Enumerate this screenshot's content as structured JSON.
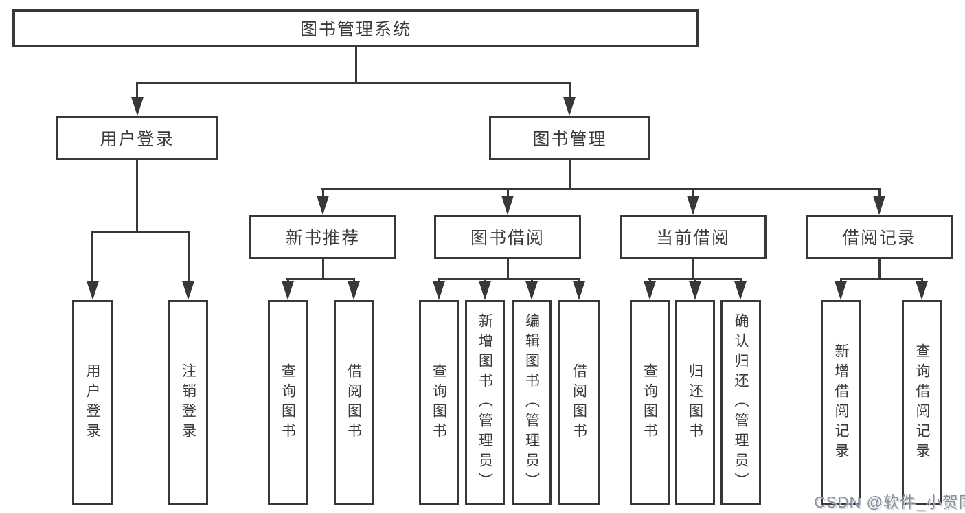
{
  "diagram": {
    "type": "tree",
    "background": "#ffffff",
    "line_color": "#383838",
    "text_color": "#3a3a3a",
    "nodes": {
      "root": "图书管理系统",
      "user_login": "用户登录",
      "book_mgmt": "图书管理",
      "new_book_rec": "新书推荐",
      "book_borrow": "图书借阅",
      "current_borrow": "当前借阅",
      "borrow_record": "借阅记录",
      "ul_user_login": "用户登录",
      "ul_logout": "注销登录",
      "nbr_query_book": "查询图书",
      "nbr_borrow_book": "借阅图书",
      "bb_query_book": "查询图书",
      "bb_add_book": "新增图书（管理员）",
      "bb_edit_book": "编辑图书（管理员）",
      "bb_borrow_book": "借阅图书",
      "cb_query_book": "查询图书",
      "cb_return_book": "归还图书",
      "cb_confirm_return": "确认归还（管理员）",
      "br_add_record": "新增借阅记录",
      "br_query_record": "查询借阅记录"
    },
    "hierarchy": {
      "root": [
        "user_login",
        "book_mgmt"
      ],
      "user_login": [
        "ul_user_login",
        "ul_logout"
      ],
      "book_mgmt": [
        "new_book_rec",
        "book_borrow",
        "current_borrow",
        "borrow_record"
      ],
      "new_book_rec": [
        "nbr_query_book",
        "nbr_borrow_book"
      ],
      "book_borrow": [
        "bb_query_book",
        "bb_add_book",
        "bb_edit_book",
        "bb_borrow_book"
      ],
      "current_borrow": [
        "cb_query_book",
        "cb_return_book",
        "cb_confirm_return"
      ],
      "borrow_record": [
        "br_add_record",
        "br_query_record"
      ]
    }
  },
  "watermark": {
    "text": "CSDN @软件_小贺同学",
    "color": "#8f8f8f"
  }
}
